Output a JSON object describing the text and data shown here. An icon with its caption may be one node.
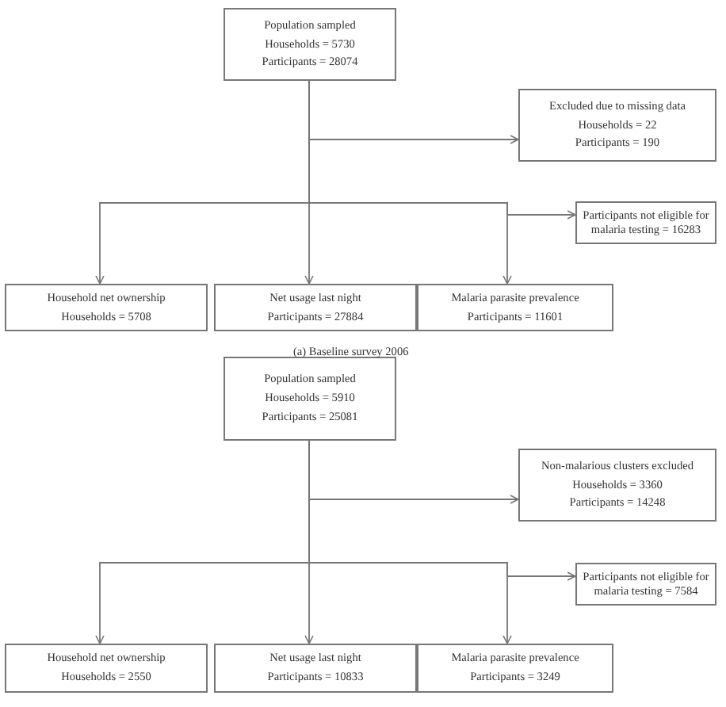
{
  "diagram": {
    "nodes": [
      {
        "text": [
          "Population sampled",
          "Households = 5730",
          "Participants = 28074"
        ]
      },
      {
        "text": [
          "Excluded due to missing data",
          "Households = 22",
          "Participants = 190"
        ]
      },
      {
        "text": [
          "Participants not eligible for malaria testing = 16283"
        ]
      },
      {
        "text": [
          "Household net ownership",
          "Households = 5708"
        ]
      },
      {
        "text": [
          "Net usage last night",
          "Participants = 27884"
        ]
      },
      {
        "text": [
          "Malaria parasite prevalence",
          "Participants = 11601"
        ]
      },
      {
        "text": [
          "Population sampled",
          "Households = 5910",
          "Participants = 25081"
        ]
      },
      {
        "text": [
          "Non-malarious clusters excluded",
          "Households = 3360",
          "Participants = 14248"
        ]
      },
      {
        "text": [
          "Participants not eligible for malaria testing = 7584"
        ]
      },
      {
        "text": [
          "Household net ownership",
          "Households = 2550"
        ]
      },
      {
        "text": [
          "Net usage last night",
          "Participants = 10833"
        ]
      },
      {
        "text": [
          "Malaria parasite prevalence",
          "Participants = 3249"
        ]
      }
    ],
    "edges": [
      {
        "from": 0,
        "to": 1,
        "arrow": "to"
      },
      {
        "from": 0,
        "to": 3,
        "arrow": "to"
      },
      {
        "from": 0,
        "to": 4,
        "arrow": "to"
      },
      {
        "from": 0,
        "to": 5,
        "arrow": "to"
      },
      {
        "from": 0,
        "to": 2,
        "arrow": "to"
      },
      {
        "from": 6,
        "to": 7,
        "arrow": "to"
      },
      {
        "from": 6,
        "to": 9,
        "arrow": "to"
      },
      {
        "from": 6,
        "to": 10,
        "arrow": "to"
      },
      {
        "from": 6,
        "to": 11,
        "arrow": "to"
      },
      {
        "from": 6,
        "to": 8,
        "arrow": "to"
      }
    ],
    "labels": [
      "(a) Baseline survey 2006"
    ]
  }
}
